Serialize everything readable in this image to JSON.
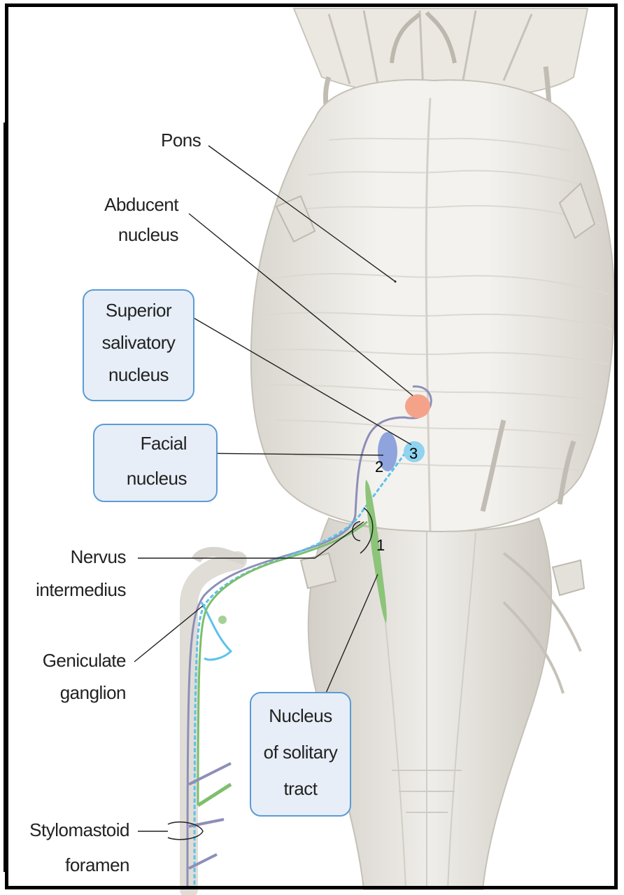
{
  "labels": {
    "pons": "Pons",
    "abducent_1": "Abducent",
    "abducent_2": "nucleus",
    "superior_1": "Superior",
    "superior_2": "salivatory",
    "superior_3": "nucleus",
    "facial_1": "Facial",
    "facial_2": "nucleus",
    "nervus_1": "Nervus",
    "nervus_2": "intermedius",
    "geniculate_1": "Geniculate",
    "geniculate_2": "ganglion",
    "solitary_1": "Nucleus",
    "solitary_2": "of solitary",
    "solitary_3": "tract",
    "stylomastoid_1": "Stylomastoid",
    "stylomastoid_2": "foramen"
  },
  "markers": {
    "one": "1",
    "two": "2",
    "three": "3"
  },
  "colors": {
    "box_fill": "#e7eef7",
    "box_border": "#5b9bd5",
    "abducent_nucleus": "#f4a38a",
    "facial_nucleus": "#8fa3dd",
    "salivatory_nucleus": "#8fd3ef",
    "solitary_tract": "#8cc47a",
    "nerve_purple": "#8d8fb8",
    "nerve_cyan": "#5cc2ea",
    "nerve_green": "#7dbf6a"
  }
}
